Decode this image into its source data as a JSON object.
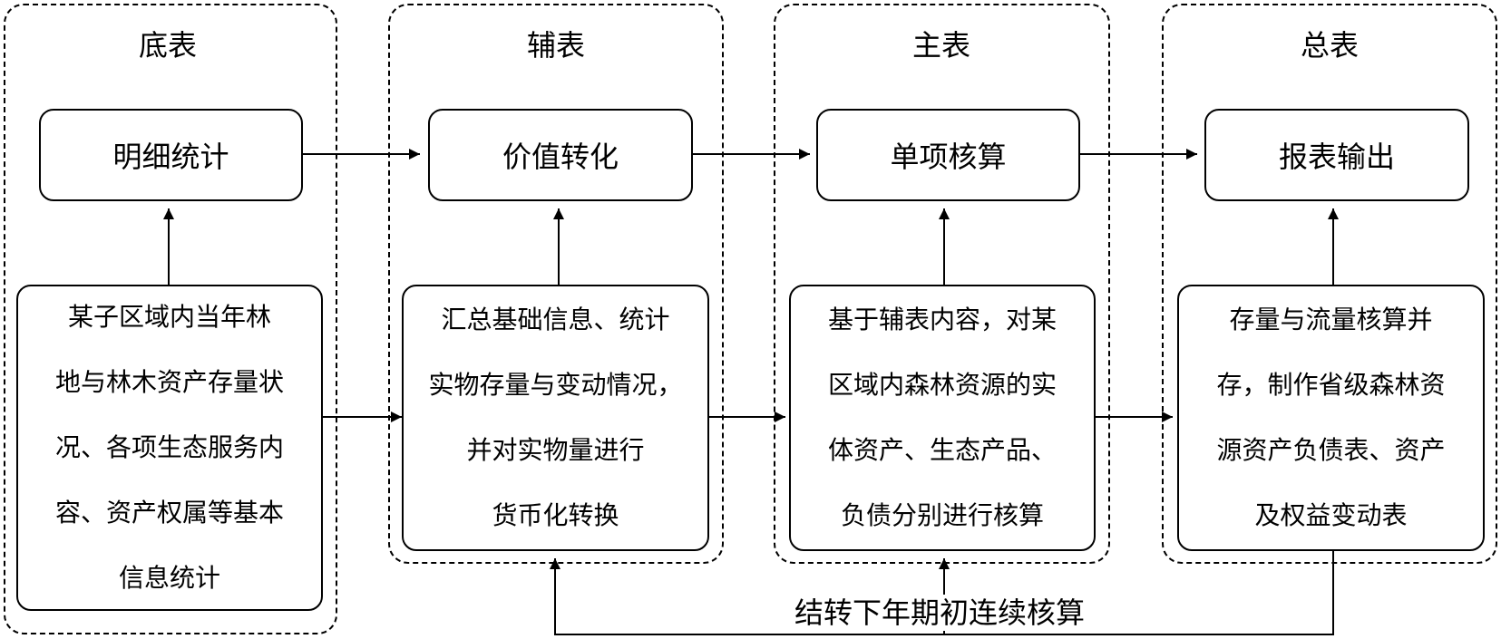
{
  "columns": [
    {
      "title": "底表",
      "top": "明细统计",
      "desc": [
        "某子区域内当年林",
        "地与林木资产存量状",
        "况、各项生态服务内",
        "容、资产权属等基本",
        "信息统计"
      ]
    },
    {
      "title": "辅表",
      "top": "价值转化",
      "desc": [
        "汇总基础信息、统计",
        "实物存量与变动情况，",
        "并对实物量进行",
        "货币化转换"
      ]
    },
    {
      "title": "主表",
      "top": "单项核算",
      "desc": [
        "基于辅表内容，对某",
        "区域内森林资源的实",
        "体资产、生态产品、",
        "负债分别进行核算"
      ]
    },
    {
      "title": "总表",
      "top": "报表输出",
      "desc": [
        "存量与流量核算并",
        "存，制作省级森林资",
        "源资产负债表、资产",
        "及权益变动表"
      ]
    }
  ],
  "feedback_label": "结转下年期初连续核算"
}
